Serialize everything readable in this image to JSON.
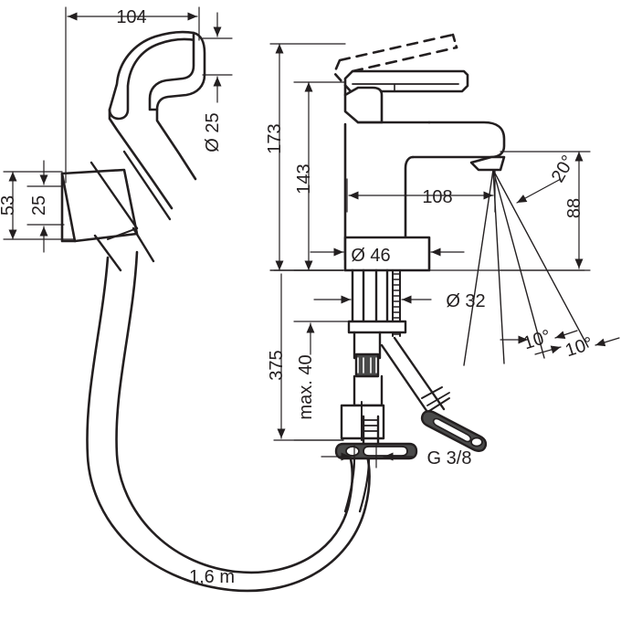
{
  "drawing": {
    "type": "technical-dimension-drawing",
    "subject": "Single-lever basin mixer with bidette hand shower",
    "units": "mm (unless noted)",
    "line_color": "#231f20",
    "background_color": "#ffffff"
  },
  "dimensions": {
    "sprayer_length": "104",
    "sprayer_outlet_diameter": "Ø 25",
    "bracket_total_height": "53",
    "bracket_inner_height": "25",
    "faucet_total_height": "173",
    "faucet_lever_height": "143",
    "spout_projection": "108",
    "spout_outlet_height": "88",
    "base_diameter": "Ø 46",
    "shank_diameter": "Ø 32",
    "hose_reach": "375",
    "max_deck_thickness": "max. 40",
    "thread_size": "G 3/8",
    "hose_length": "1,6 m"
  },
  "angles": {
    "swivel_spout": "20°",
    "jet_left": "10°",
    "jet_right": "10°"
  },
  "labels": [
    {
      "id": "len-104",
      "text": "104"
    },
    {
      "id": "dia-25",
      "text": "Ø 25"
    },
    {
      "id": "h-53",
      "text": "53"
    },
    {
      "id": "h-25",
      "text": "25"
    },
    {
      "id": "h-173",
      "text": "173"
    },
    {
      "id": "h-143",
      "text": "143"
    },
    {
      "id": "proj-108",
      "text": "108"
    },
    {
      "id": "h-88",
      "text": "88"
    },
    {
      "id": "ang-20",
      "text": "20°"
    },
    {
      "id": "dia-46",
      "text": "Ø 46"
    },
    {
      "id": "dia-32",
      "text": "Ø 32"
    },
    {
      "id": "h-375",
      "text": "375"
    },
    {
      "id": "max-40",
      "text": "max. 40"
    },
    {
      "id": "ang-10-a",
      "text": "10°"
    },
    {
      "id": "ang-10-b",
      "text": "10°"
    },
    {
      "id": "thread-g38",
      "text": "G 3/8"
    },
    {
      "id": "hose-16m",
      "text": "1,6 m"
    }
  ]
}
